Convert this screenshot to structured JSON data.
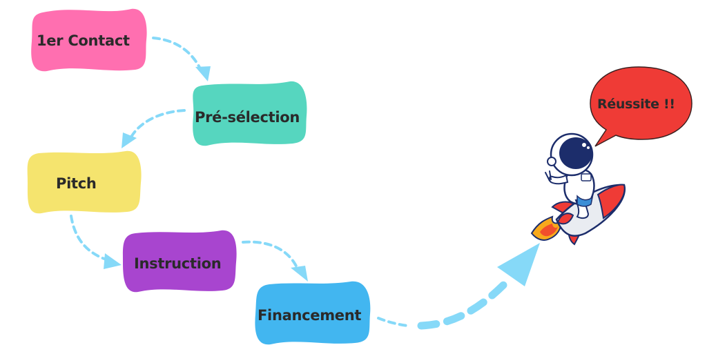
{
  "diagram": {
    "type": "process-flow",
    "steps": [
      {
        "label": "1er Contact",
        "color": "#ff6fb0"
      },
      {
        "label": "Pré-sélection",
        "color": "#56d6bf"
      },
      {
        "label": "Pitch",
        "color": "#f5e46e"
      },
      {
        "label": "Instruction",
        "color": "#a845cf"
      },
      {
        "label": "Financement",
        "color": "#42b6f0"
      }
    ],
    "connector_color": "#86d9f8",
    "outcome": {
      "speech_bubble": "Réussite !!",
      "bubble_color": "#ef3b36",
      "illustration": "astronaut-riding-rocket"
    }
  }
}
